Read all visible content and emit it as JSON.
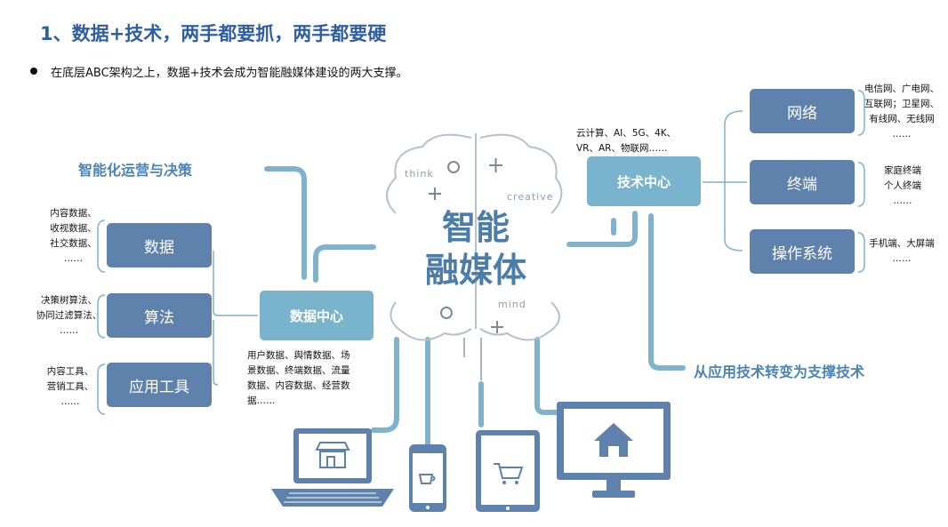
{
  "title": "1、数据+技术，两手都要抓，两手都要硬",
  "bullet": "在底层ABC架构之上，数据+技术会成为智能融媒体建设的两大支撑。",
  "center": {
    "line1": "智能",
    "line2": "融媒体",
    "sketch_think": "think",
    "sketch_creative": "creative",
    "sketch_mind": "mind"
  },
  "left": {
    "heading": "智能化运营与决策",
    "hub_label": "数据中心",
    "hub_note": [
      "用户数据、舆情数据、场",
      "景数据、终端数据、流量",
      "数据、内容数据、经营数",
      "据……"
    ],
    "items": [
      {
        "label": "数据",
        "notes": [
          "内容数据、",
          "收视数据、",
          "社交数据、",
          "……"
        ]
      },
      {
        "label": "算法",
        "notes": [
          "决策树算法、",
          "协同过滤算法、",
          "……"
        ]
      },
      {
        "label": "应用工具",
        "notes": [
          "内容工具、",
          "营销工具、",
          "……"
        ]
      }
    ]
  },
  "right": {
    "heading": "从应用技术转变为支撑技术",
    "hub_label": "技术中心",
    "hub_note": [
      "云计算、AI、5G、4K、",
      "VR、AR、物联网……"
    ],
    "items": [
      {
        "label": "网络",
        "notes": [
          "电信网、广电网、",
          "互联网；卫星网、",
          "有线网、无线网",
          "……"
        ]
      },
      {
        "label": "终端",
        "notes": [
          "家庭终端",
          "个人终端",
          "……"
        ]
      },
      {
        "label": "操作系统",
        "notes": [
          "手机端、大屏端",
          "……"
        ]
      }
    ]
  },
  "devices": [
    "laptop-store-icon",
    "phone-coffee-icon",
    "tablet-cart-icon",
    "monitor-home-icon"
  ],
  "colors": {
    "dark_box": "#5f82ad",
    "center_box": "#79b3cc",
    "line": "#7fb2cc",
    "title": "#2f5fa0",
    "device": "#5f82ad"
  }
}
